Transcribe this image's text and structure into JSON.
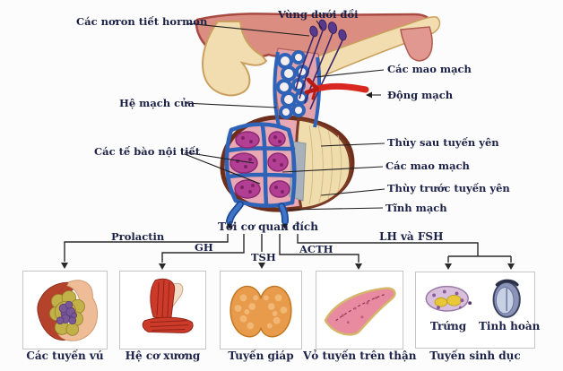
{
  "figure": {
    "labels": {
      "hypothalamus": "Vùng dưới đồi",
      "secretory_neurons": "Các nơron tiết hormon",
      "portal_system": "Hệ mạch cửa",
      "endocrine_cells": "Các tế bào nội tiết",
      "capillaries_upper": "Các mao mạch",
      "artery": "Động mạch",
      "posterior_lobe": "Thùy sau tuyến yên",
      "capillaries_lower": "Các mao mạch",
      "anterior_lobe": "Thùy trước tuyến yên",
      "vein": "Tĩnh mạch",
      "to_target_organs": "Tới cơ quan đích"
    },
    "hormones": {
      "prolactin": "Prolactin",
      "gh": "GH",
      "tsh": "TSH",
      "acth": "ACTH",
      "lh_fsh": "LH và FSH"
    },
    "target_organs": {
      "mammary": "Các tuyến vú",
      "musculoskeletal": "Hệ cơ xương",
      "thyroid": "Tuyến giáp",
      "adrenal_cortex": "Vỏ tuyến trên thận",
      "gonads": "Tuyến sinh dục",
      "ovum": "Trứng",
      "testis": "Tinh hoàn"
    },
    "colors": {
      "label_text": "#1c2147",
      "artery_red": "#d82820",
      "vessel_blue": "#2f63b8",
      "neuron_purple": "#573a8e",
      "cell_magenta": "#b23f93",
      "anterior_pink": "#e8a8b4",
      "posterior_cream": "#f0ddae",
      "connector_black": "#2a2a2a"
    }
  }
}
